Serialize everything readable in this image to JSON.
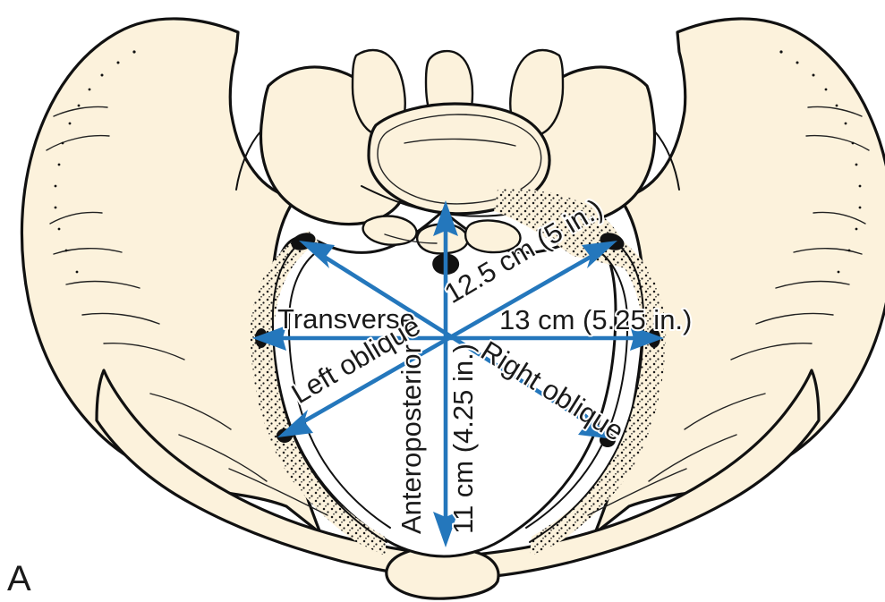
{
  "figure": {
    "panel_letter": "A",
    "title": "Pelvic inlet diameters",
    "bone_color": "#fcf2dc",
    "outline_color": "#111111",
    "arrow_color": "#2477bc",
    "background_color": "#ffffff"
  },
  "measurements": [
    {
      "id": "transverse",
      "name_label": "Transverse",
      "value_label": "13 cm (5.25 in.)",
      "value_cm": 13,
      "value_in": 5.25,
      "orientation": "horizontal",
      "double_headed": true
    },
    {
      "id": "left-oblique",
      "name_label": "Left oblique",
      "value_label": "12.5 cm (5 in.)",
      "value_cm": 12.5,
      "value_in": 5,
      "orientation": "diagonal-up-right",
      "double_headed": true
    },
    {
      "id": "right-oblique",
      "name_label": "Right oblique",
      "value_label": "12.5 cm (5 in.)",
      "value_cm": 12.5,
      "value_in": 5,
      "orientation": "diagonal-down-right",
      "double_headed": true
    },
    {
      "id": "anteroposterior",
      "name_label": "Anteroposterior",
      "value_label": "11 cm (4.25 in.)",
      "value_cm": 11,
      "value_in": 4.25,
      "orientation": "vertical",
      "double_headed": true
    }
  ],
  "labels": {
    "transverse_name": "Transverse",
    "transverse_value": "13 cm (5.25 in.)",
    "left_oblique_name": "Left oblique",
    "oblique_value": "12.5 cm (5 in.)",
    "right_oblique_name": "Right oblique",
    "ap_name": "Anteroposterior",
    "ap_value": "11 cm (4.25 in.)",
    "panel": "A"
  }
}
